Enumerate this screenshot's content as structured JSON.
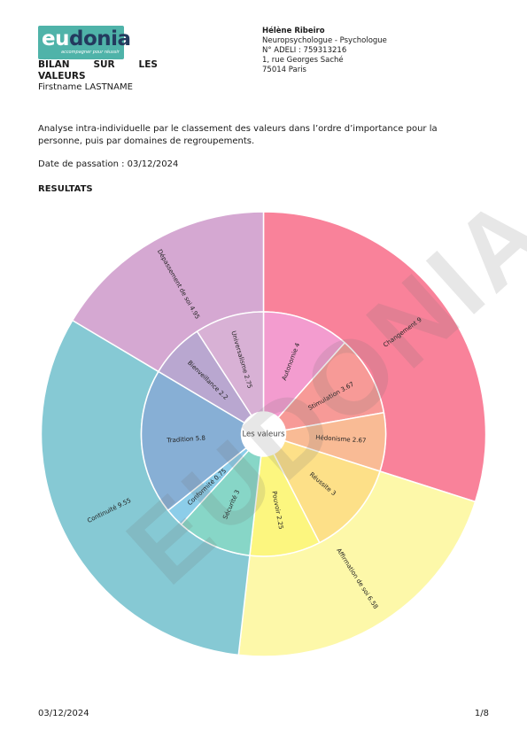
{
  "header": {
    "logo_primary": "eu",
    "logo_secondary": "donia",
    "logo_tagline": "accompagner pour réussir",
    "report_title": "BILAN SUR LES VALEURS",
    "patient_name": "Firstname LASTNAME"
  },
  "practitioner": {
    "name": "Hélène Ribeiro",
    "title": "Neuropsychologue - Psychologue",
    "adeli": "N° ADELI : 759313216",
    "address": "1, rue Georges Saché",
    "city": "75014 Paris"
  },
  "intro": "Analyse intra-individuelle par le classement des valeurs dans l’ordre d’importance pour la personne, puis par domaines de regroupements.",
  "session_date_line": "Date de passation : 03/12/2024",
  "section_title": "RESULTATS",
  "watermark": "EUDONIA",
  "footer": {
    "date": "03/12/2024",
    "page": "1/8"
  },
  "colors": {
    "changement": "#f9829a",
    "affirmation": "#fdf8a9",
    "continuite": "#86c9d4",
    "depassement": "#d5a8d2",
    "autonomie": "#f39ccf",
    "stimulation": "#f79a97",
    "hedonisme": "#f9bb95",
    "reussite": "#fde088",
    "pouvoir": "#fcf67f",
    "securite": "#87d6c7",
    "conformite": "#8ccde9",
    "tradition": "#87afd5",
    "bienveillance": "#b9a7d0",
    "universalisme": "#d8b1d5"
  },
  "chart_data": {
    "type": "sunburst",
    "center_label": "Les valeurs",
    "domains": [
      {
        "label": "Changement 9",
        "value": 9,
        "color_key": "changement",
        "children": [
          {
            "label": "Autonomie 4",
            "value": 4,
            "color_key": "autonomie"
          },
          {
            "label": "Stimulation 3.67",
            "value": 3.67,
            "color_key": "stimulation"
          },
          {
            "label": "Hédonisme 2.67",
            "value": 2.67,
            "color_key": "hedonisme"
          }
        ]
      },
      {
        "label": "Affirmation de soi 6.58",
        "value": 6.58,
        "color_key": "affirmation",
        "children": [
          {
            "label": "Réussite 3",
            "value": 3,
            "color_key": "reussite"
          },
          {
            "label": "Pouvoir 2.25",
            "value": 2.25,
            "color_key": "pouvoir"
          }
        ]
      },
      {
        "label": "Continuité 9.55",
        "value": 9.55,
        "color_key": "continuite",
        "children": [
          {
            "label": "Sécurité 3",
            "value": 3,
            "color_key": "securite"
          },
          {
            "label": "Conformité 0.75",
            "value": 0.75,
            "color_key": "conformite"
          },
          {
            "label": "Tradition 5.8",
            "value": 5.8,
            "color_key": "tradition"
          }
        ]
      },
      {
        "label": "Dépassement de soi 4.95",
        "value": 4.95,
        "color_key": "depassement",
        "children": [
          {
            "label": "Bienveillance 2.2",
            "value": 2.2,
            "color_key": "bienveillance"
          },
          {
            "label": "Universalisme 2.75",
            "value": 2.75,
            "color_key": "universalisme"
          }
        ]
      }
    ]
  }
}
